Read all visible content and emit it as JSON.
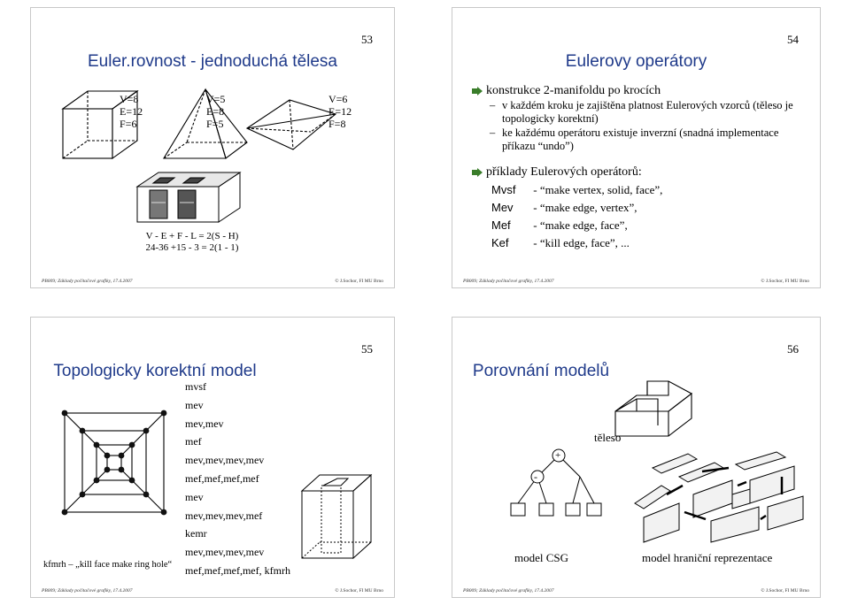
{
  "slides": {
    "s53": {
      "number": "53",
      "title": "Euler.rovnost - jednoduchá tělesa",
      "cube": {
        "v": "V=8",
        "e": "E=12",
        "f": "F=6"
      },
      "pyramid": {
        "v": "V=5",
        "e": "E=8",
        "f": "F=5"
      },
      "prism": {
        "v": "V=6",
        "e": "E=12",
        "f": "F=8"
      },
      "formula1": "V - E + F - L = 2(S - H)",
      "formula2": "24-36 +15 - 3 = 2(1 - 1)",
      "footer_left": "PB009; Základy počítačové grafiky, 17.4.2007",
      "footer_right": "© J.Sochor, FI MU Brno"
    },
    "s54": {
      "number": "54",
      "title": "Eulerovy operátory",
      "bullet1": "konstrukce 2-manifoldu po krocích",
      "sub1a": "v každém kroku je zajištěna platnost Eulerových vzorců (těleso je topologicky korektní)",
      "sub1b": "ke každému operátoru existuje inverzní (snadná implementace příkazu “undo”)",
      "bullet2": "příklady Eulerových operátorů:",
      "ops": [
        {
          "name": "Mvsf",
          "desc": "- “make vertex, solid, face”,"
        },
        {
          "name": "Mev",
          "desc": "- “make edge, vertex”,"
        },
        {
          "name": "Mef",
          "desc": "- “make edge, face”,"
        },
        {
          "name": "Kef",
          "desc": "- “kill edge, face”, ..."
        }
      ],
      "footer_left": "PB009; Základy počítačové grafiky, 17.4.2007",
      "footer_right": "© J.Sochor, FI MU Brno"
    },
    "s55": {
      "number": "55",
      "title": "Topologicky korektní model",
      "steps": [
        "mvsf",
        "mev",
        "mev,mev",
        "mef",
        "mev,mev,mev,mev",
        "mef,mef,mef,mef",
        "mev",
        "mev,mev,mev,mef",
        "kemr",
        "mev,mev,mev,mev",
        "mef,mef,mef,mef, kfmrh"
      ],
      "caption": "kfmrh – „kill face make ring hole“",
      "footer_left": "PB009; Základy počítačové grafiky, 17.4.2007",
      "footer_right": "© J.Sochor, FI MU Brno"
    },
    "s56": {
      "number": "56",
      "title": "Porovnání modelů",
      "label_solid": "těleso",
      "label_csg": "model CSG",
      "label_brep": "model hraniční reprezentace",
      "csg_plus": "+",
      "csg_minus": "-",
      "footer_left": "PB009; Základy počítačové grafiky, 17.4.2007",
      "footer_right": "© J.Sochor, FI MU Brno"
    }
  },
  "colors": {
    "title": "#1f3a8a",
    "arrow": "#3a7d2a",
    "border": "#c8c8c8"
  }
}
